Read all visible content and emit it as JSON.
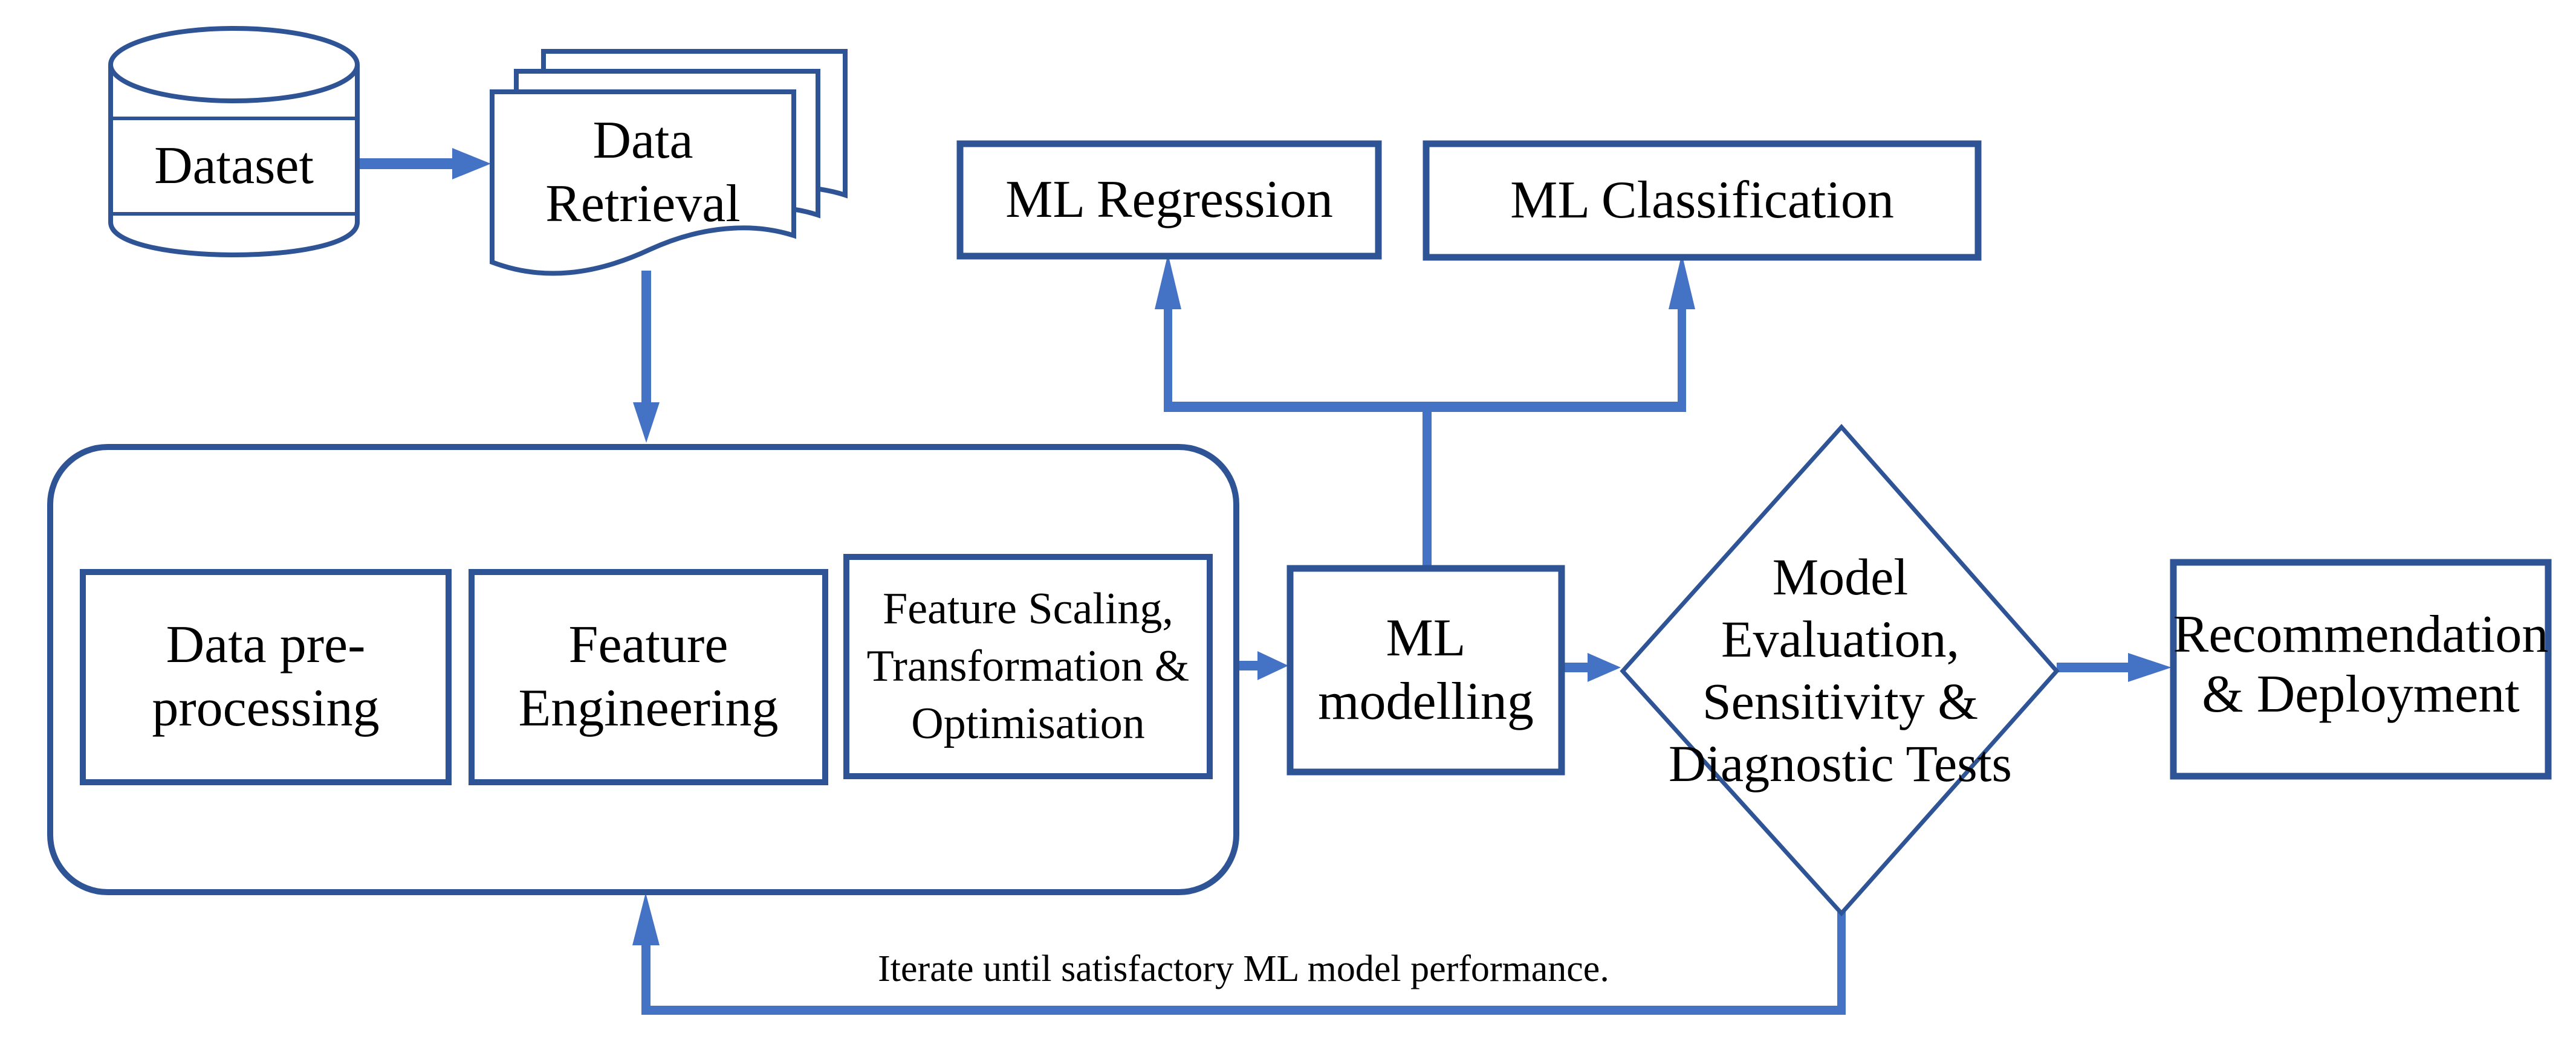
{
  "figure": {
    "background": "#FFFFFF",
    "colors": {
      "shape_border": "#2F5496",
      "arrow": "#4472C4",
      "label_text": "#000000"
    },
    "nodes": {
      "dataset": {
        "label": "Dataset",
        "shape": "database-cylinder"
      },
      "data_retrieval": {
        "label": "Data Retrieval",
        "shape": "document-stack"
      },
      "ml_regression": {
        "label": "ML Regression",
        "shape": "rectangle"
      },
      "ml_classification": {
        "label": "ML Classification",
        "shape": "rectangle"
      },
      "data_preprocessing": {
        "label": "Data pre-\nprocessing",
        "shape": "rectangle"
      },
      "feature_engineering": {
        "label": "Feature\nEngineering",
        "shape": "rectangle"
      },
      "feature_scaling": {
        "label": "Feature Scaling,\nTransformation &\nOptimisation",
        "shape": "rectangle"
      },
      "ml_modelling": {
        "label": "ML\nmodelling",
        "shape": "rectangle"
      },
      "model_evaluation": {
        "label": "Model\nEvaluation,\nSensitivity &\nDiagnostic Tests",
        "shape": "diamond"
      },
      "recommendation": {
        "label": "Recommendation\n& Deployment",
        "shape": "rectangle"
      }
    },
    "annotations": {
      "iterate_note": "Iterate until satisfactory ML model performance."
    },
    "edges": [
      {
        "from": "dataset",
        "to": "data_retrieval"
      },
      {
        "from": "data_retrieval",
        "to": "preprocessing_container"
      },
      {
        "from": "preprocessing_container",
        "to": "ml_modelling"
      },
      {
        "from": "ml_modelling",
        "to": "ml_regression"
      },
      {
        "from": "ml_modelling",
        "to": "ml_classification"
      },
      {
        "from": "ml_modelling",
        "to": "model_evaluation"
      },
      {
        "from": "model_evaluation",
        "to": "recommendation"
      },
      {
        "from": "model_evaluation",
        "to": "preprocessing_container",
        "note": "iterate loop"
      }
    ]
  }
}
